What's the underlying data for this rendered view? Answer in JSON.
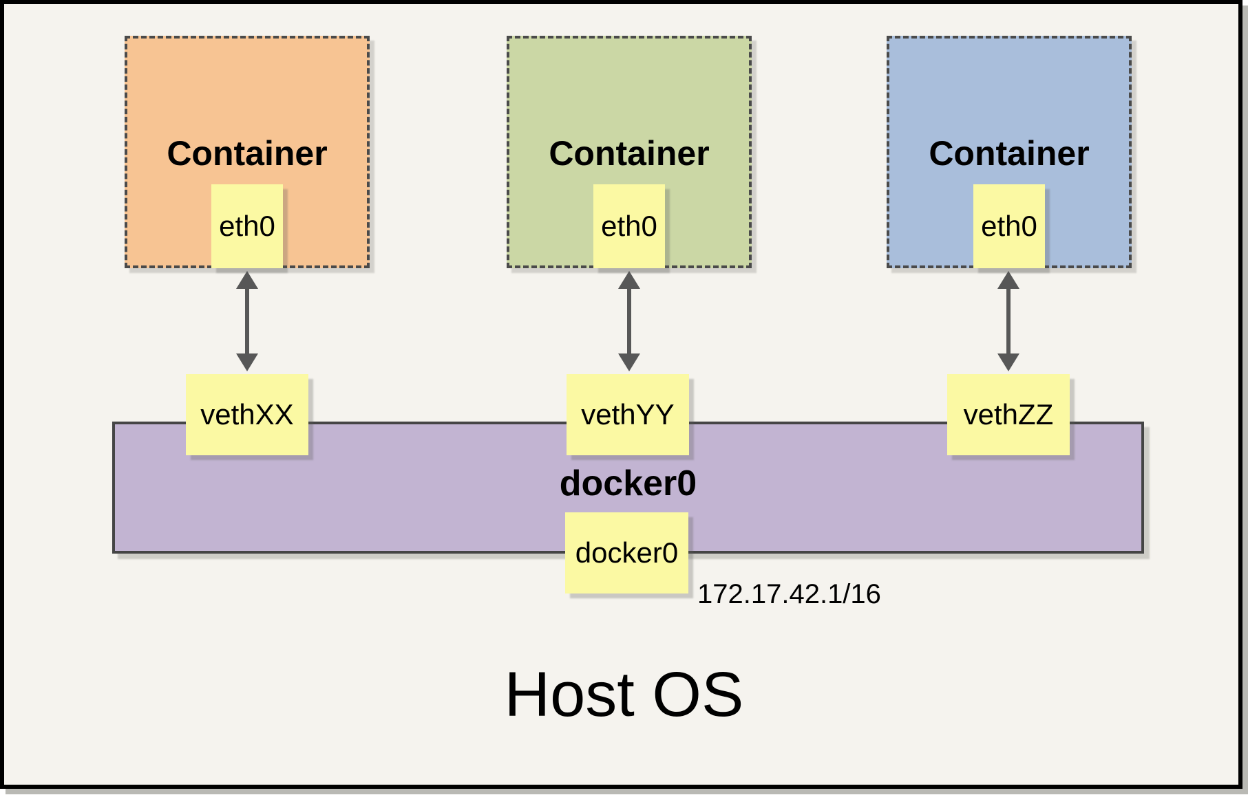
{
  "diagram": {
    "host_os_label": "Host OS",
    "containers": [
      {
        "label": "Container",
        "interface_label": "eth0",
        "veth_label": "vethXX",
        "fill": "#F7C493"
      },
      {
        "label": "Container",
        "interface_label": "eth0",
        "veth_label": "vethYY",
        "fill": "#CBD7A5"
      },
      {
        "label": "Container",
        "interface_label": "eth0",
        "veth_label": "vethZZ",
        "fill": "#A9BEDB"
      }
    ],
    "bridge": {
      "label": "docker0",
      "interface_label": "docker0",
      "ip": "172.17.42.1/16",
      "fill": "#C2B4D2"
    },
    "colors": {
      "background": "#F5F3EE",
      "note_fill": "#FBF9A3",
      "dashed_border": "#4A4A4A",
      "arrow": "#575757",
      "frame": "#000000"
    }
  }
}
